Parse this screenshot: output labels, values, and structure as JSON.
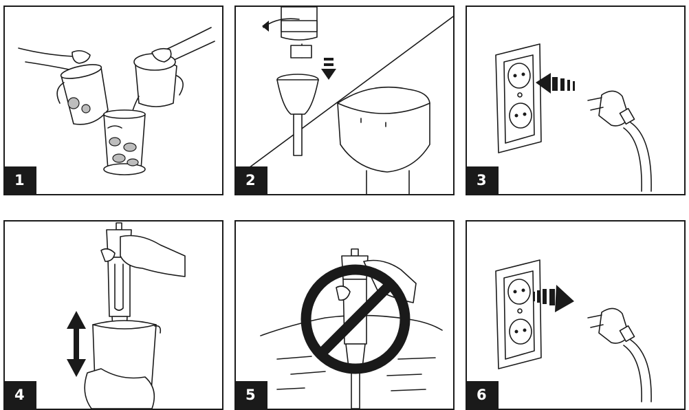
{
  "steps": [
    {
      "number": "1",
      "icon": "pour-ingredients-into-beaker-illustration"
    },
    {
      "number": "2",
      "icon": "attach-blending-shaft-illustration"
    },
    {
      "number": "3",
      "icon": "plug-into-outlet-illustration"
    },
    {
      "number": "4",
      "icon": "blend-up-and-down-illustration"
    },
    {
      "number": "5",
      "icon": "do-not-immerse-in-water-illustration"
    },
    {
      "number": "6",
      "icon": "unplug-from-outlet-illustration"
    }
  ],
  "colors": {
    "line": "#1a1a1a",
    "background": "#ffffff",
    "label_bg": "#1a1a1a",
    "label_text": "#ffffff"
  }
}
